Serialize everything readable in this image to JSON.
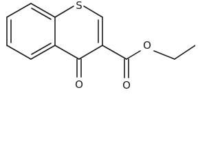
{
  "molecule": {
    "atoms": {
      "sulfur": "S",
      "ketone_oxygen": "O",
      "ester_carbonyl_oxygen": "O",
      "ester_ether_oxygen": "O"
    }
  }
}
